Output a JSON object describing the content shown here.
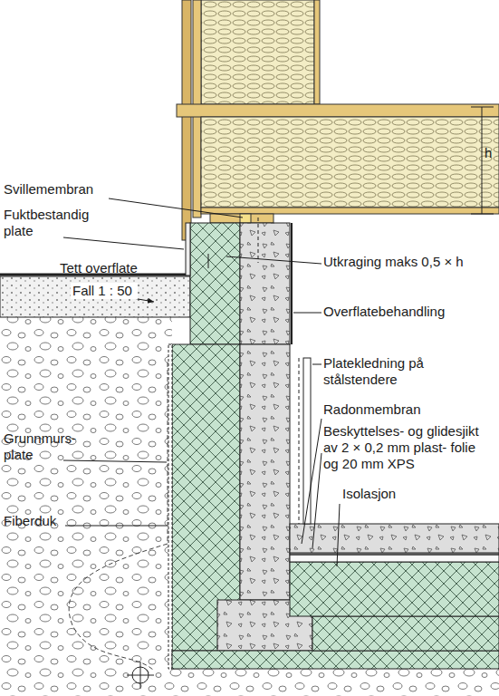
{
  "diagram": {
    "labels": [
      "h",
      "Svillemembran",
      "Fuktbestandig plate",
      "Utkraging maks 0,5 × h",
      "Tett overflate",
      "Fall 1 : 50",
      "Overflatebehandling",
      "Platekledning på stålstendere",
      "Radonmembran",
      "Beskyttelses- og glidesjikt av 2 × 0,2 mm plast- folie og 20 mm XPS",
      "Isolasjon",
      "Grunnmurs- plate",
      "Fiberduk"
    ]
  }
}
